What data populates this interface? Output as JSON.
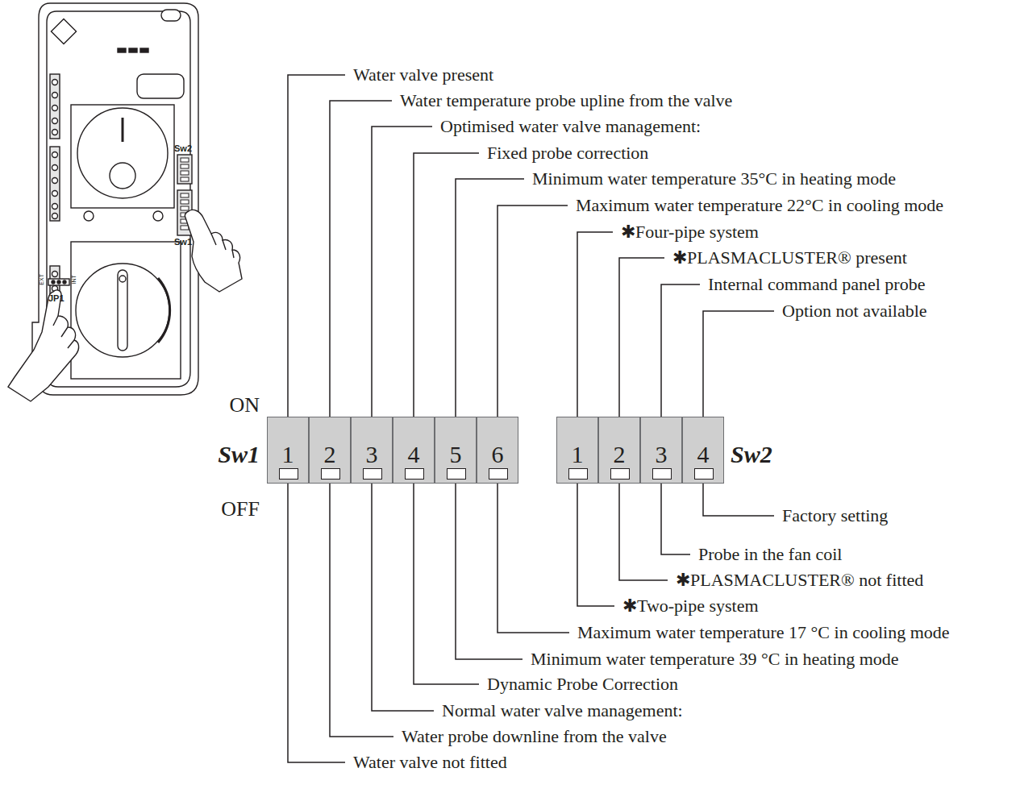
{
  "diagram": {
    "nodes": [
      {
        "text": [
          "1"
        ]
      },
      {
        "text": [
          "2"
        ]
      },
      {
        "text": [
          "3"
        ]
      },
      {
        "text": [
          "4"
        ]
      },
      {
        "text": [
          "5"
        ]
      },
      {
        "text": [
          "6"
        ]
      },
      {
        "text": [
          "1"
        ]
      },
      {
        "text": [
          "2"
        ]
      },
      {
        "text": [
          "3"
        ]
      },
      {
        "text": [
          "4"
        ]
      }
    ],
    "labels": [
      "Water valve present",
      "Water temperature probe upline from the valve",
      "Optimised water valve management:",
      "Fixed probe correction",
      "Minimum water temperature 35°C in heating mode",
      "Maximum water temperature 22°C in cooling mode",
      "✱Four-pipe system",
      "✱PLASMACLUSTER® present",
      "Internal command panel probe",
      "Option not available",
      "Water valve not fitted",
      "Water probe downline from the valve",
      "Normal water valve management:",
      "Dynamic Probe Correction",
      "Minimum water temperature 39 °C in heating mode",
      "Maximum water temperature 17 °C in cooling mode",
      "✱Two-pipe system",
      "✱PLASMACLUSTER® not fitted",
      "Probe in the fan coil",
      "Factory setting",
      "ON",
      "OFF",
      "Sw1",
      "Sw2",
      "Sw2",
      "Sw1",
      "JP1",
      "EXT",
      "INT"
    ]
  }
}
